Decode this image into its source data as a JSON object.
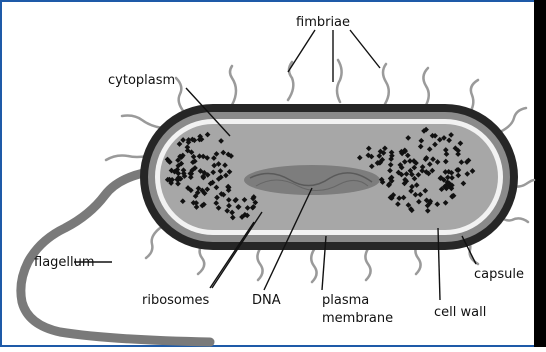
{
  "diagram": {
    "labels": {
      "fimbriae": "fimbriae",
      "cytoplasm": "cytoplasm",
      "flagellum": "flagellum",
      "ribosomes": "ribosomes",
      "dna": "DNA",
      "plasma_line1": "plasma",
      "plasma_line2": "membrane",
      "cell_wall": "cell wall",
      "capsule": "capsule"
    },
    "colors": {
      "frame_border": "#1e5aa8",
      "capsule": "#262626",
      "cell_wall": "#8a8a8a",
      "membrane": "#f2f2f2",
      "cytoplasm": "#a7a7a7",
      "dna": "#7d7d7d",
      "ribosome": "#111111",
      "flagellum": "#7a7a7a",
      "fimbriae": "#9a9a9a"
    }
  }
}
